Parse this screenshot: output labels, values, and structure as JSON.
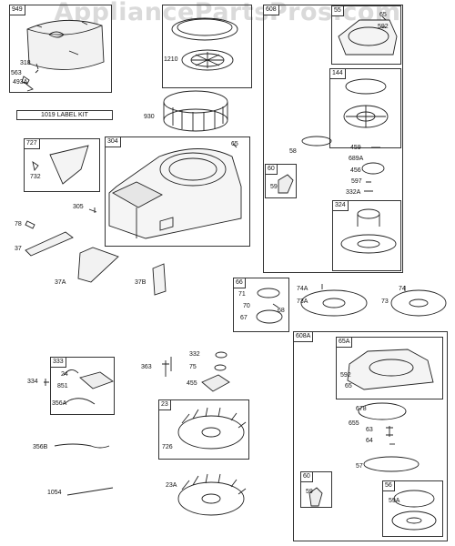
{
  "watermark": "AppliancePartsPros.com",
  "boxes": {
    "b949": "949",
    "b608": "608",
    "b55": "55",
    "b144": "144",
    "b727": "727",
    "b304": "304",
    "b60": "60",
    "b324": "324",
    "b66": "66",
    "b608A": "608A",
    "b65A": "65A",
    "b333": "333",
    "b23": "23",
    "b60b": "60",
    "b56": "56"
  },
  "label_kit": "1019 LABEL KIT",
  "labels": {
    "l318": "318",
    "l563": "563",
    "l493A": "493A",
    "l1210": "1210",
    "l930": "930",
    "l65a": "65",
    "l592a": "592",
    "l58": "58",
    "l459": "459",
    "l689A": "689A",
    "l456": "456",
    "l597": "597",
    "l332A": "332A",
    "l59a": "59",
    "l732": "732",
    "l65b": "65",
    "l305": "305",
    "l78": "78",
    "l37": "37",
    "l37A": "37A",
    "l37B": "37B",
    "l71": "71",
    "l70": "70",
    "l68": "68",
    "l67": "67",
    "l74A": "74A",
    "l73A": "73A",
    "l74": "74",
    "l73": "73",
    "l334": "334",
    "l24": "24",
    "l851": "851",
    "l356A": "356A",
    "l356B": "356B",
    "l1054": "1054",
    "l332": "332",
    "l75": "75",
    "l363": "363",
    "l455": "455",
    "l726": "726",
    "l23A": "23A",
    "l592b": "592",
    "l65c": "65",
    "l678": "678",
    "l655": "655",
    "l63": "63",
    "l64": "64",
    "l57": "57",
    "l59b": "59",
    "l59A": "59A"
  }
}
